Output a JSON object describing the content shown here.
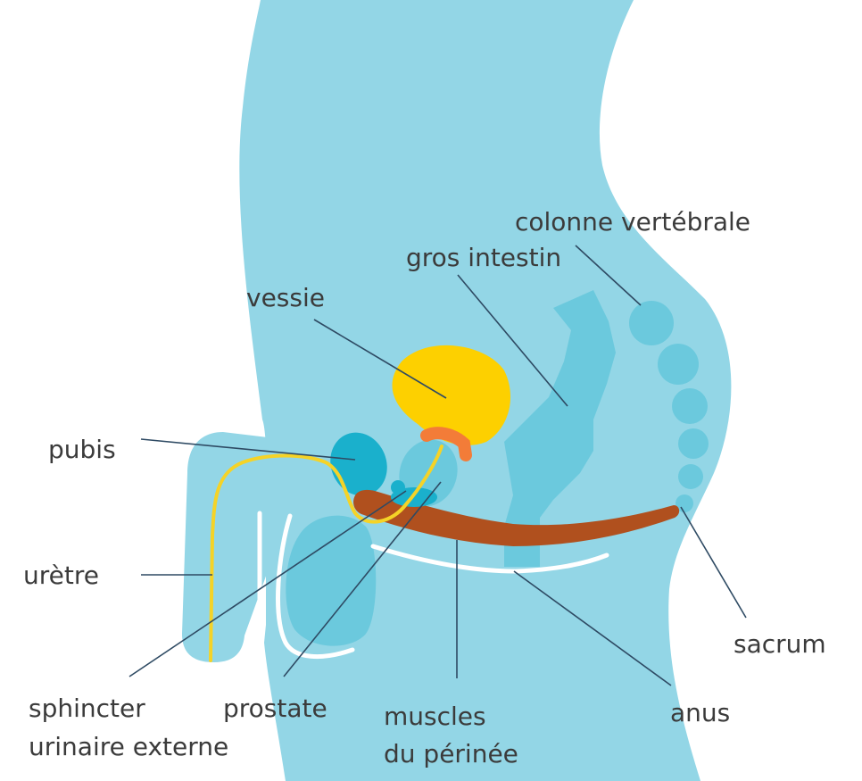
{
  "labels": {
    "colonne": "colonne vertébrale",
    "gros_intestin": "gros intestin",
    "vessie": "vessie",
    "pubis": "pubis",
    "uretre": "urètre",
    "sphincter_line1": "sphincter",
    "sphincter_line2": "urinaire externe",
    "prostate": "prostate",
    "muscles_line1": "muscles",
    "muscles_line2": "du périnée",
    "anus": "anus",
    "sacrum": "sacrum"
  },
  "colors": {
    "body": "#93d6e6",
    "organ_blue": "#6bc9dd",
    "organ_dark": "#1ab0cc",
    "bladder": "#fdd000",
    "orange": "#f37c38",
    "perineum": "#b0501e",
    "urethra": "#f5d327",
    "leader": "#2e4a63",
    "white": "#ffffff"
  }
}
